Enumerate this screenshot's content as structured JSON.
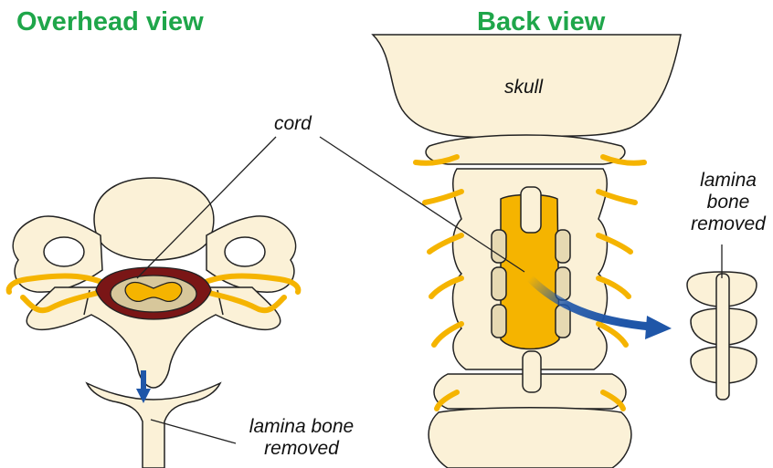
{
  "titles": {
    "overhead": "Overhead view",
    "back": "Back view"
  },
  "labels": {
    "cord": "cord",
    "skull": "skull",
    "lamina_removed_side": [
      "lamina",
      "bone",
      "removed"
    ],
    "lamina_removed_bottom": [
      "lamina bone",
      "removed"
    ]
  },
  "colors": {
    "title_green": "#1fa64a",
    "bone": "#fbf1d7",
    "nerve": "#f5b400",
    "arrow_blue": "#1f56a8",
    "canal_dark_red": "#7a1616",
    "cord_tan": "#d7c79b"
  }
}
